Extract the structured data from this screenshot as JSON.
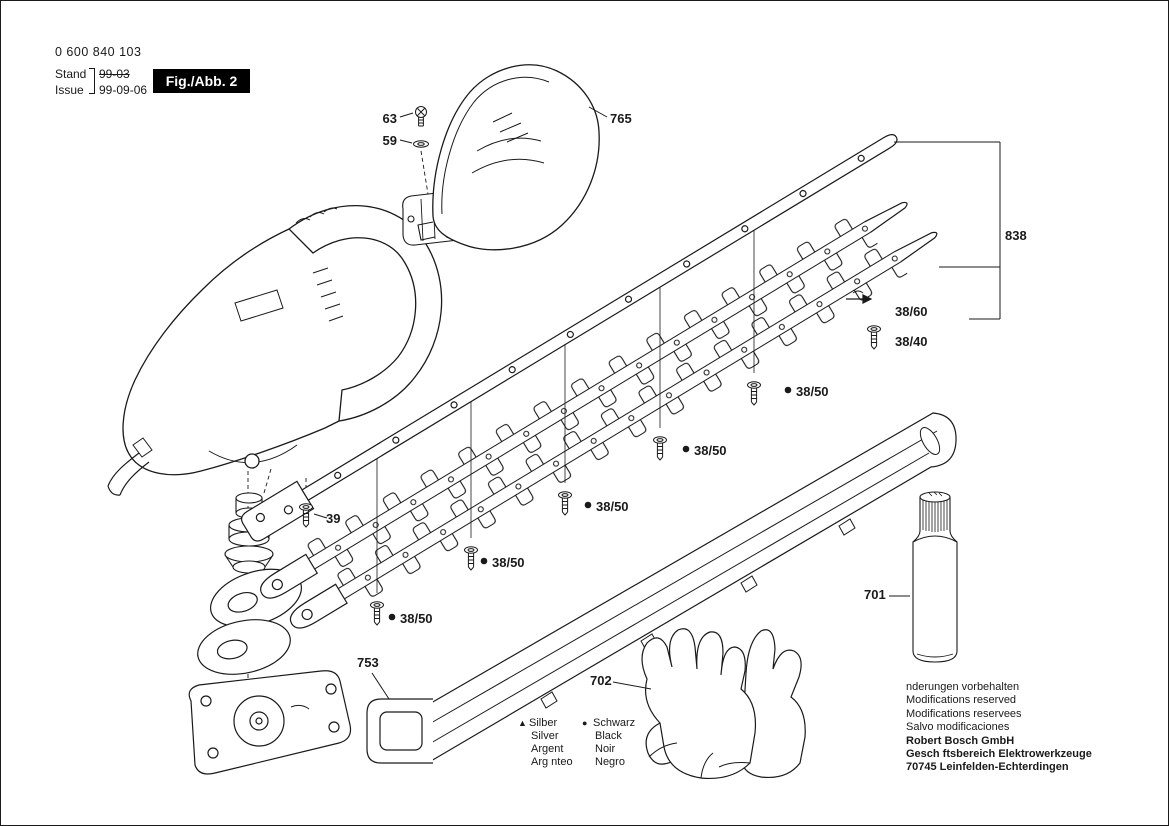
{
  "colors": {
    "ink": "#1a1a1a",
    "background": "#ffffff"
  },
  "header": {
    "part_number": "0 600 840 103",
    "stand_label": "Stand",
    "stand_value": "99-03",
    "issue_label": "Issue",
    "issue_value": "99-09-06",
    "figure_label": "Fig./Abb. 2"
  },
  "callouts": {
    "c63": "63",
    "c59": "59",
    "c765": "765",
    "c838": "838",
    "c38_60": "38/60",
    "c38_40": "38/40",
    "c38_50": "38/50",
    "c39": "39",
    "c753": "753",
    "c702": "702",
    "c701": "701"
  },
  "legend": {
    "silver": {
      "marker": "▲",
      "lines": [
        "Silber",
        "Silver",
        "Argent",
        "Arg nteo"
      ]
    },
    "black": {
      "marker": "●",
      "lines": [
        "Schwarz",
        "Black",
        "Noir",
        "Negro"
      ]
    }
  },
  "footer": {
    "line1": "nderungen vorbehalten",
    "line2": "Modifications reserved",
    "line3": "Modifications reservees",
    "line4": "Salvo modificaciones",
    "company": "Robert Bosch GmbH",
    "division": "Gesch ftsbereich Elektrowerkzeuge",
    "address": "70745 Leinfelden-Echterdingen"
  }
}
